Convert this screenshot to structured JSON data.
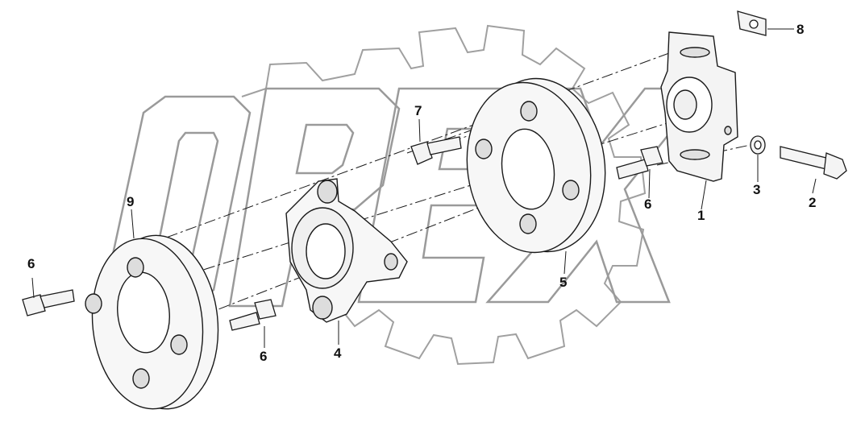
{
  "diagram": {
    "watermark": "OPEX",
    "callouts": {
      "c1": "1",
      "c2": "2",
      "c3": "3",
      "c4": "4",
      "c5": "5",
      "c6a": "6",
      "c6b": "6",
      "c6c": "6",
      "c7": "7",
      "c8": "8",
      "c9": "9"
    }
  },
  "colors": {
    "line": "#1a1a1a",
    "watermark": "#9a9a9a",
    "part_fill": "#f4f4f4"
  }
}
